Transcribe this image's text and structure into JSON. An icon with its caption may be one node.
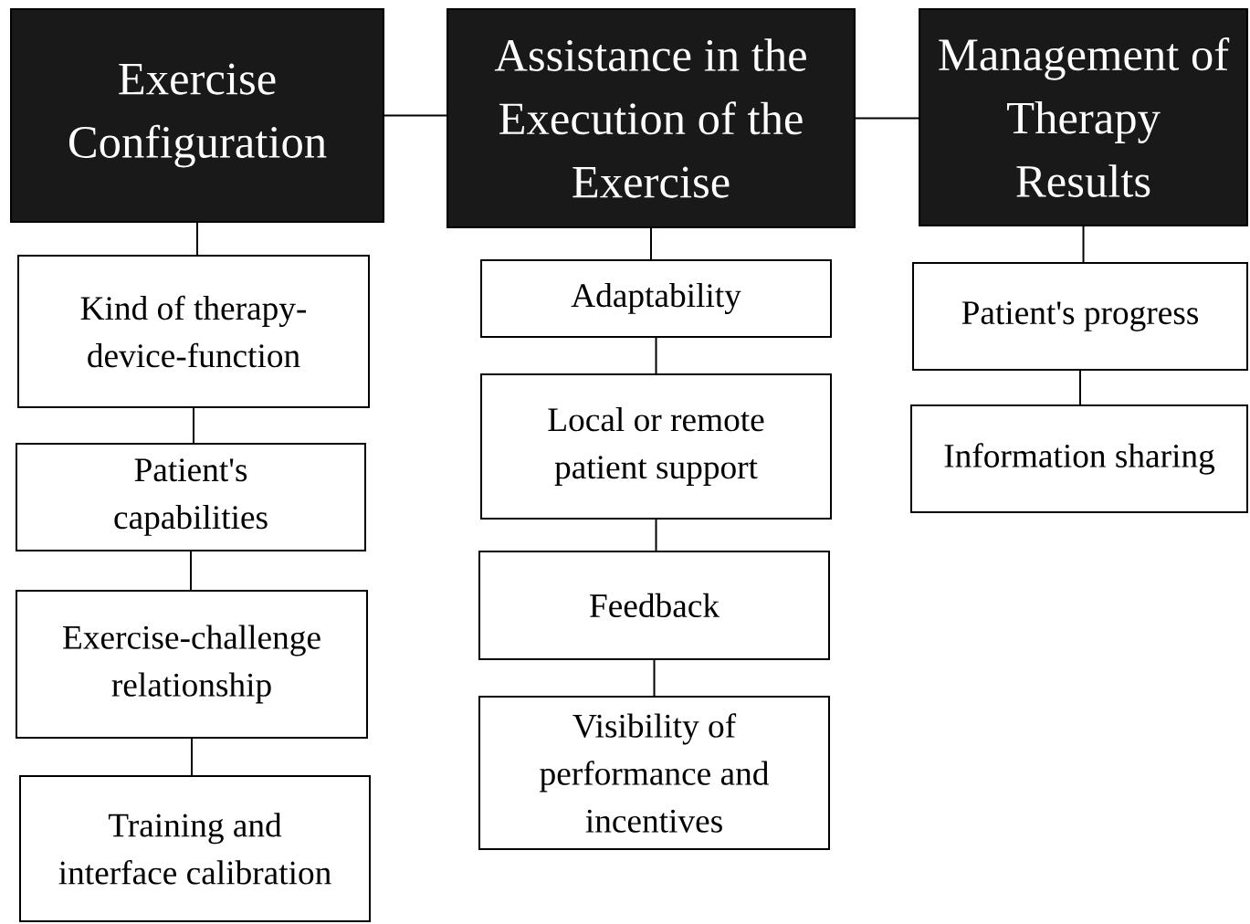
{
  "diagram": {
    "nodes": [
      {
        "text": [
          "Exercise Configuration"
        ]
      },
      {
        "text": [
          "Assistance in the Execution of the Exercise"
        ]
      },
      {
        "text": [
          "Management of Therapy Results"
        ]
      },
      {
        "text": [
          "Kind of therapy-device-function"
        ]
      },
      {
        "text": [
          "Patient's capabilities"
        ]
      },
      {
        "text": [
          "Exercise-challenge relationship"
        ]
      },
      {
        "text": [
          "Training and interface calibration"
        ]
      },
      {
        "text": [
          "Adaptability"
        ]
      },
      {
        "text": [
          "Local or remote patient support"
        ]
      },
      {
        "text": [
          "Feedback"
        ]
      },
      {
        "text": [
          "Visibility of performance and incentives"
        ]
      },
      {
        "text": [
          "Patient's progress"
        ]
      },
      {
        "text": [
          "Information sharing"
        ]
      }
    ],
    "edges": [
      {
        "from": 0,
        "to": 1,
        "arrow": "none"
      },
      {
        "from": 1,
        "to": 2,
        "arrow": "none"
      },
      {
        "from": 0,
        "to": 3,
        "arrow": "none"
      },
      {
        "from": 3,
        "to": 4,
        "arrow": "none"
      },
      {
        "from": 4,
        "to": 5,
        "arrow": "none"
      },
      {
        "from": 5,
        "to": 6,
        "arrow": "none"
      },
      {
        "from": 1,
        "to": 7,
        "arrow": "none"
      },
      {
        "from": 7,
        "to": 8,
        "arrow": "none"
      },
      {
        "from": 8,
        "to": 9,
        "arrow": "none"
      },
      {
        "from": 9,
        "to": 10,
        "arrow": "none"
      },
      {
        "from": 2,
        "to": 11,
        "arrow": "none"
      },
      {
        "from": 11,
        "to": 12,
        "arrow": "none"
      }
    ]
  }
}
